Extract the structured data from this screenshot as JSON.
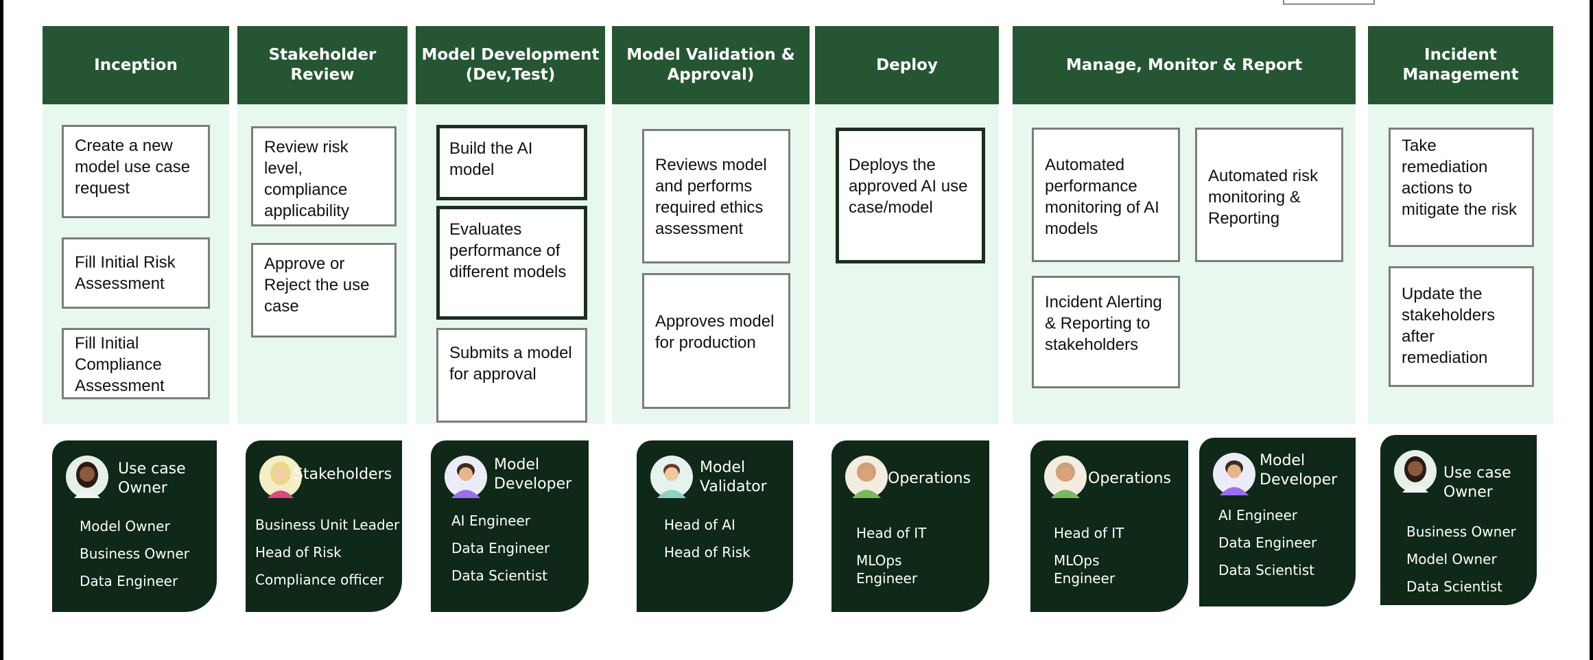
{
  "stages": [
    {
      "title": "Inception",
      "tasks": [
        "Create a new model use case request",
        "Fill Initial Risk Assessment",
        "Fill Initial Compliance Assessment"
      ]
    },
    {
      "title": "Stakeholder Review",
      "tasks": [
        "Review risk level, compliance applicability",
        "Approve or Reject the use case"
      ]
    },
    {
      "title": "Model Development (Dev,Test)",
      "tasks": [
        "Build the AI model",
        "Evaluates performance of different models",
        "Submits a model for approval"
      ]
    },
    {
      "title": "Model Validation & Approval)",
      "tasks": [
        "Reviews model and performs required ethics assessment",
        "Approves model for production"
      ]
    },
    {
      "title": "Deploy",
      "tasks": [
        "Deploys the approved AI use case/model"
      ]
    },
    {
      "title": "Manage, Monitor & Report",
      "tasks": [
        "Automated performance monitoring of AI models",
        "Automated risk monitoring & Reporting",
        "Incident Alerting & Reporting to stakeholders"
      ]
    },
    {
      "title": "Incident Management",
      "tasks": [
        "Take remediation actions to mitigate the risk",
        "Update the stakeholders after remediation"
      ]
    }
  ],
  "personas": [
    {
      "title": "Use case Owner",
      "roles": [
        "Model Owner",
        "Business Owner",
        "Data Engineer"
      ],
      "avatar": "woman-avatar"
    },
    {
      "title": "Stakeholders",
      "roles": [
        "Business Unit Leader",
        "Head of Risk",
        "Compliance officer"
      ],
      "avatar": "stakeholder-avatar"
    },
    {
      "title": "Model Developer",
      "roles": [
        "AI Engineer",
        "Data Engineer",
        "Data Scientist"
      ],
      "avatar": "developer-avatar"
    },
    {
      "title": "Model Validator",
      "roles": [
        "Head of AI",
        "Head of Risk"
      ],
      "avatar": "validator-avatar"
    },
    {
      "title": "Operations",
      "roles": [
        "Head of IT",
        "MLOps Engineer"
      ],
      "avatar": "operations-avatar"
    },
    {
      "title": "Operations",
      "roles": [
        "Head of IT",
        "MLOps Engineer"
      ],
      "avatar": "operations-avatar"
    },
    {
      "title": "Model Developer",
      "roles": [
        "AI Engineer",
        "Data Engineer",
        "Data Scientist"
      ],
      "avatar": "developer-avatar"
    },
    {
      "title": "Use case Owner",
      "roles": [
        "Business Owner",
        "Model Owner",
        "Data Scientist"
      ],
      "avatar": "woman-avatar"
    }
  ],
  "colors": {
    "header": "#265533",
    "panel": "#e8f8ee",
    "persona": "#0f2818"
  }
}
